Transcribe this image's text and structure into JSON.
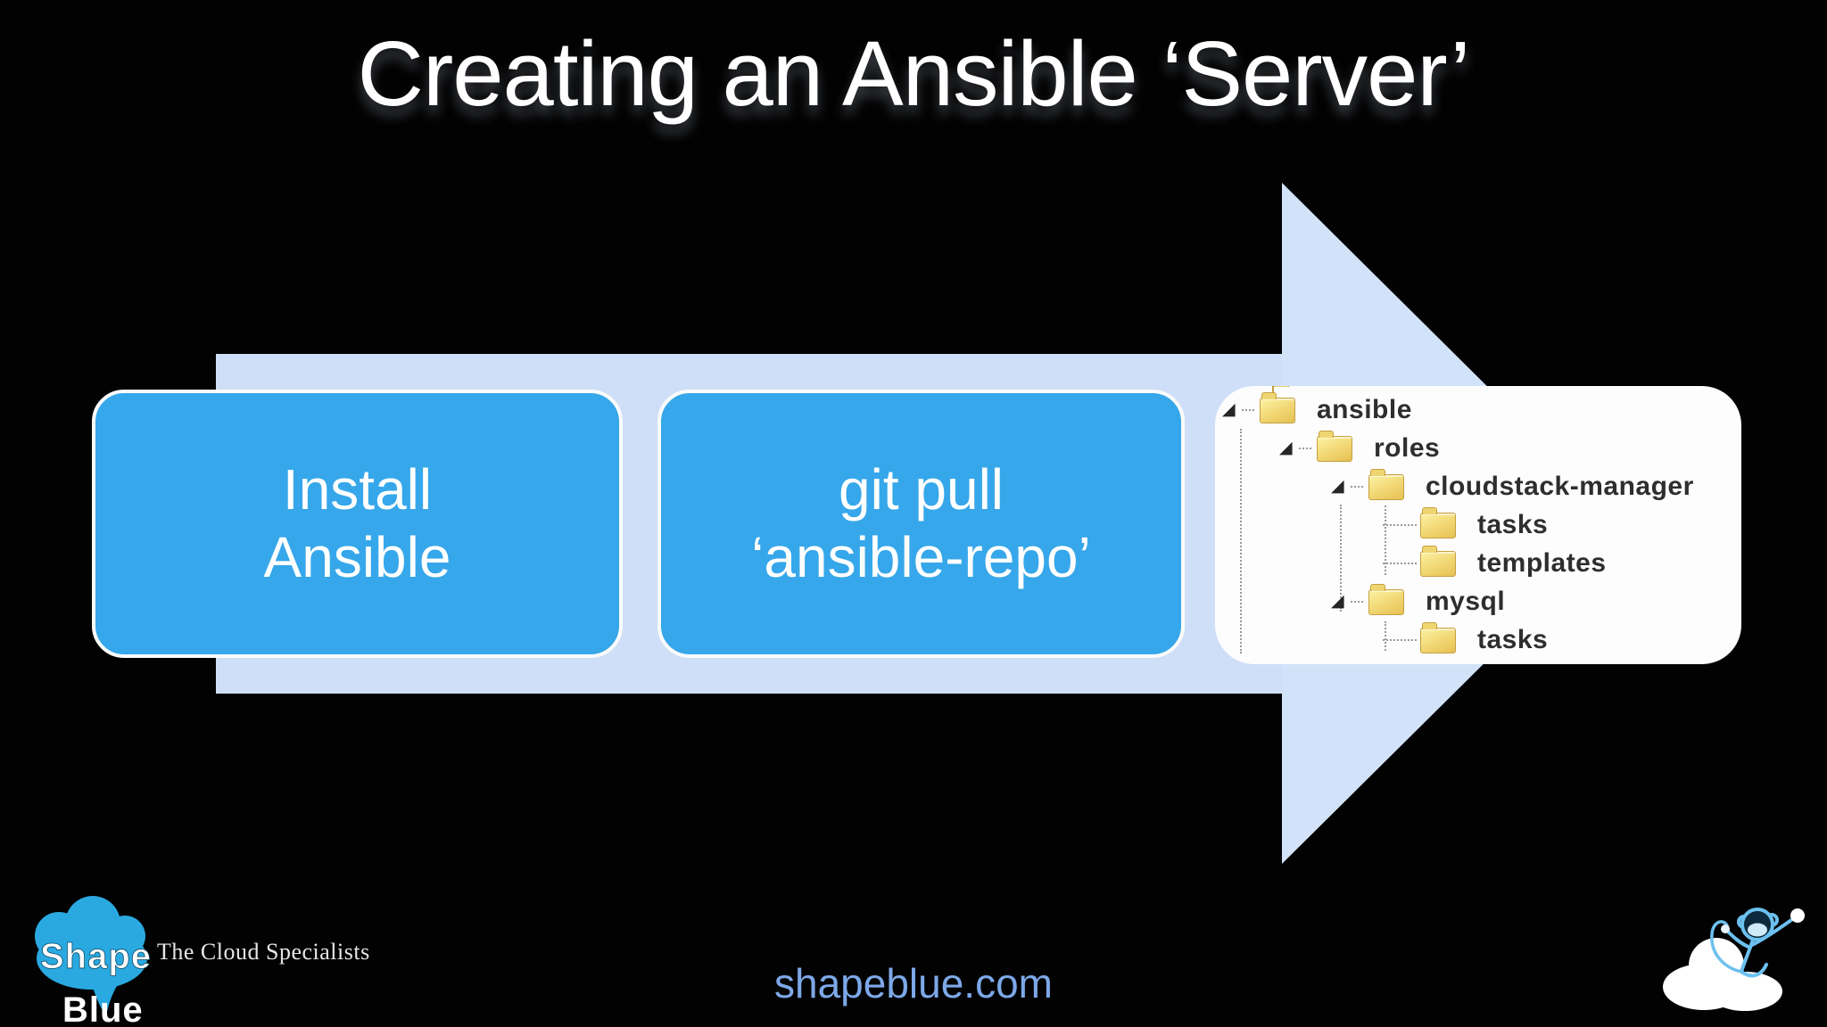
{
  "slide": {
    "title": "Creating an Ansible ‘Server’",
    "background_color": "#020202"
  },
  "process": {
    "arrow_color": "#cfdff7",
    "box_color": "#36a7ea",
    "steps": [
      {
        "line1": "Install",
        "line2": "Ansible"
      },
      {
        "line1": "git pull",
        "line2": "‘ansible-repo’"
      }
    ]
  },
  "file_tree": {
    "panel_color": "#fdfdfe",
    "items": [
      {
        "label": "ansible",
        "level": 0,
        "expanded": true
      },
      {
        "label": "roles",
        "level": 1,
        "expanded": true
      },
      {
        "label": "cloudstack-manager",
        "level": 2,
        "expanded": true
      },
      {
        "label": "tasks",
        "level": 3,
        "expanded": false
      },
      {
        "label": "templates",
        "level": 3,
        "expanded": false
      },
      {
        "label": "mysql",
        "level": 2,
        "expanded": true
      },
      {
        "label": "tasks",
        "level": 3,
        "expanded": false
      }
    ],
    "expand_glyph": "◢"
  },
  "footer": {
    "logo_word_top": "Shape",
    "logo_word_bottom": "Blue",
    "logo_cloud_color": "#2aa9e1",
    "tagline": "The Cloud Specialists",
    "website": "shapeblue.com",
    "website_color": "#7da8e8"
  }
}
